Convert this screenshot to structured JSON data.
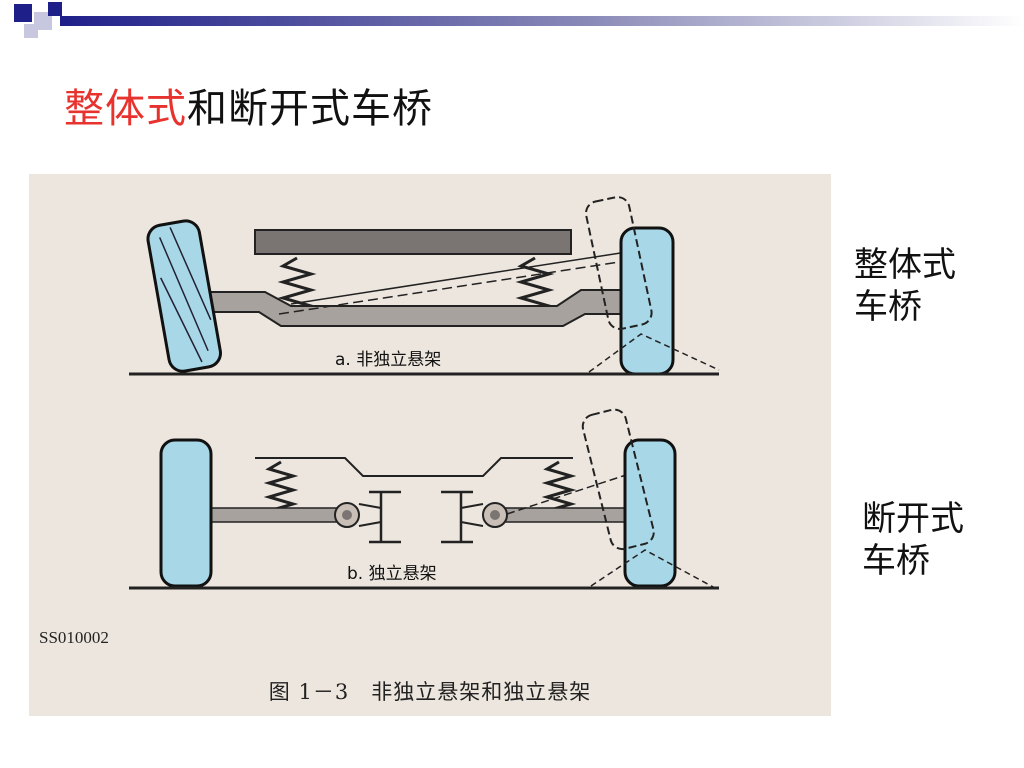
{
  "slide": {
    "title_highlight": "整体式",
    "title_rest": "和断开式车桥"
  },
  "figure": {
    "label_a": "a. 非独立悬架",
    "label_b": "b. 独立悬架",
    "code": "SS010002",
    "caption": "图 1－3　非独立悬架和独立悬架"
  },
  "side_labels": {
    "rigid_line1": "整体式",
    "rigid_line2": "车桥",
    "split_line1": "断开式",
    "split_line2": "车桥"
  },
  "colors": {
    "title_highlight": "#e8322e",
    "tire": "#a8d8e8",
    "frame": "#7a7572",
    "header_bar": "#1f1f8a"
  }
}
